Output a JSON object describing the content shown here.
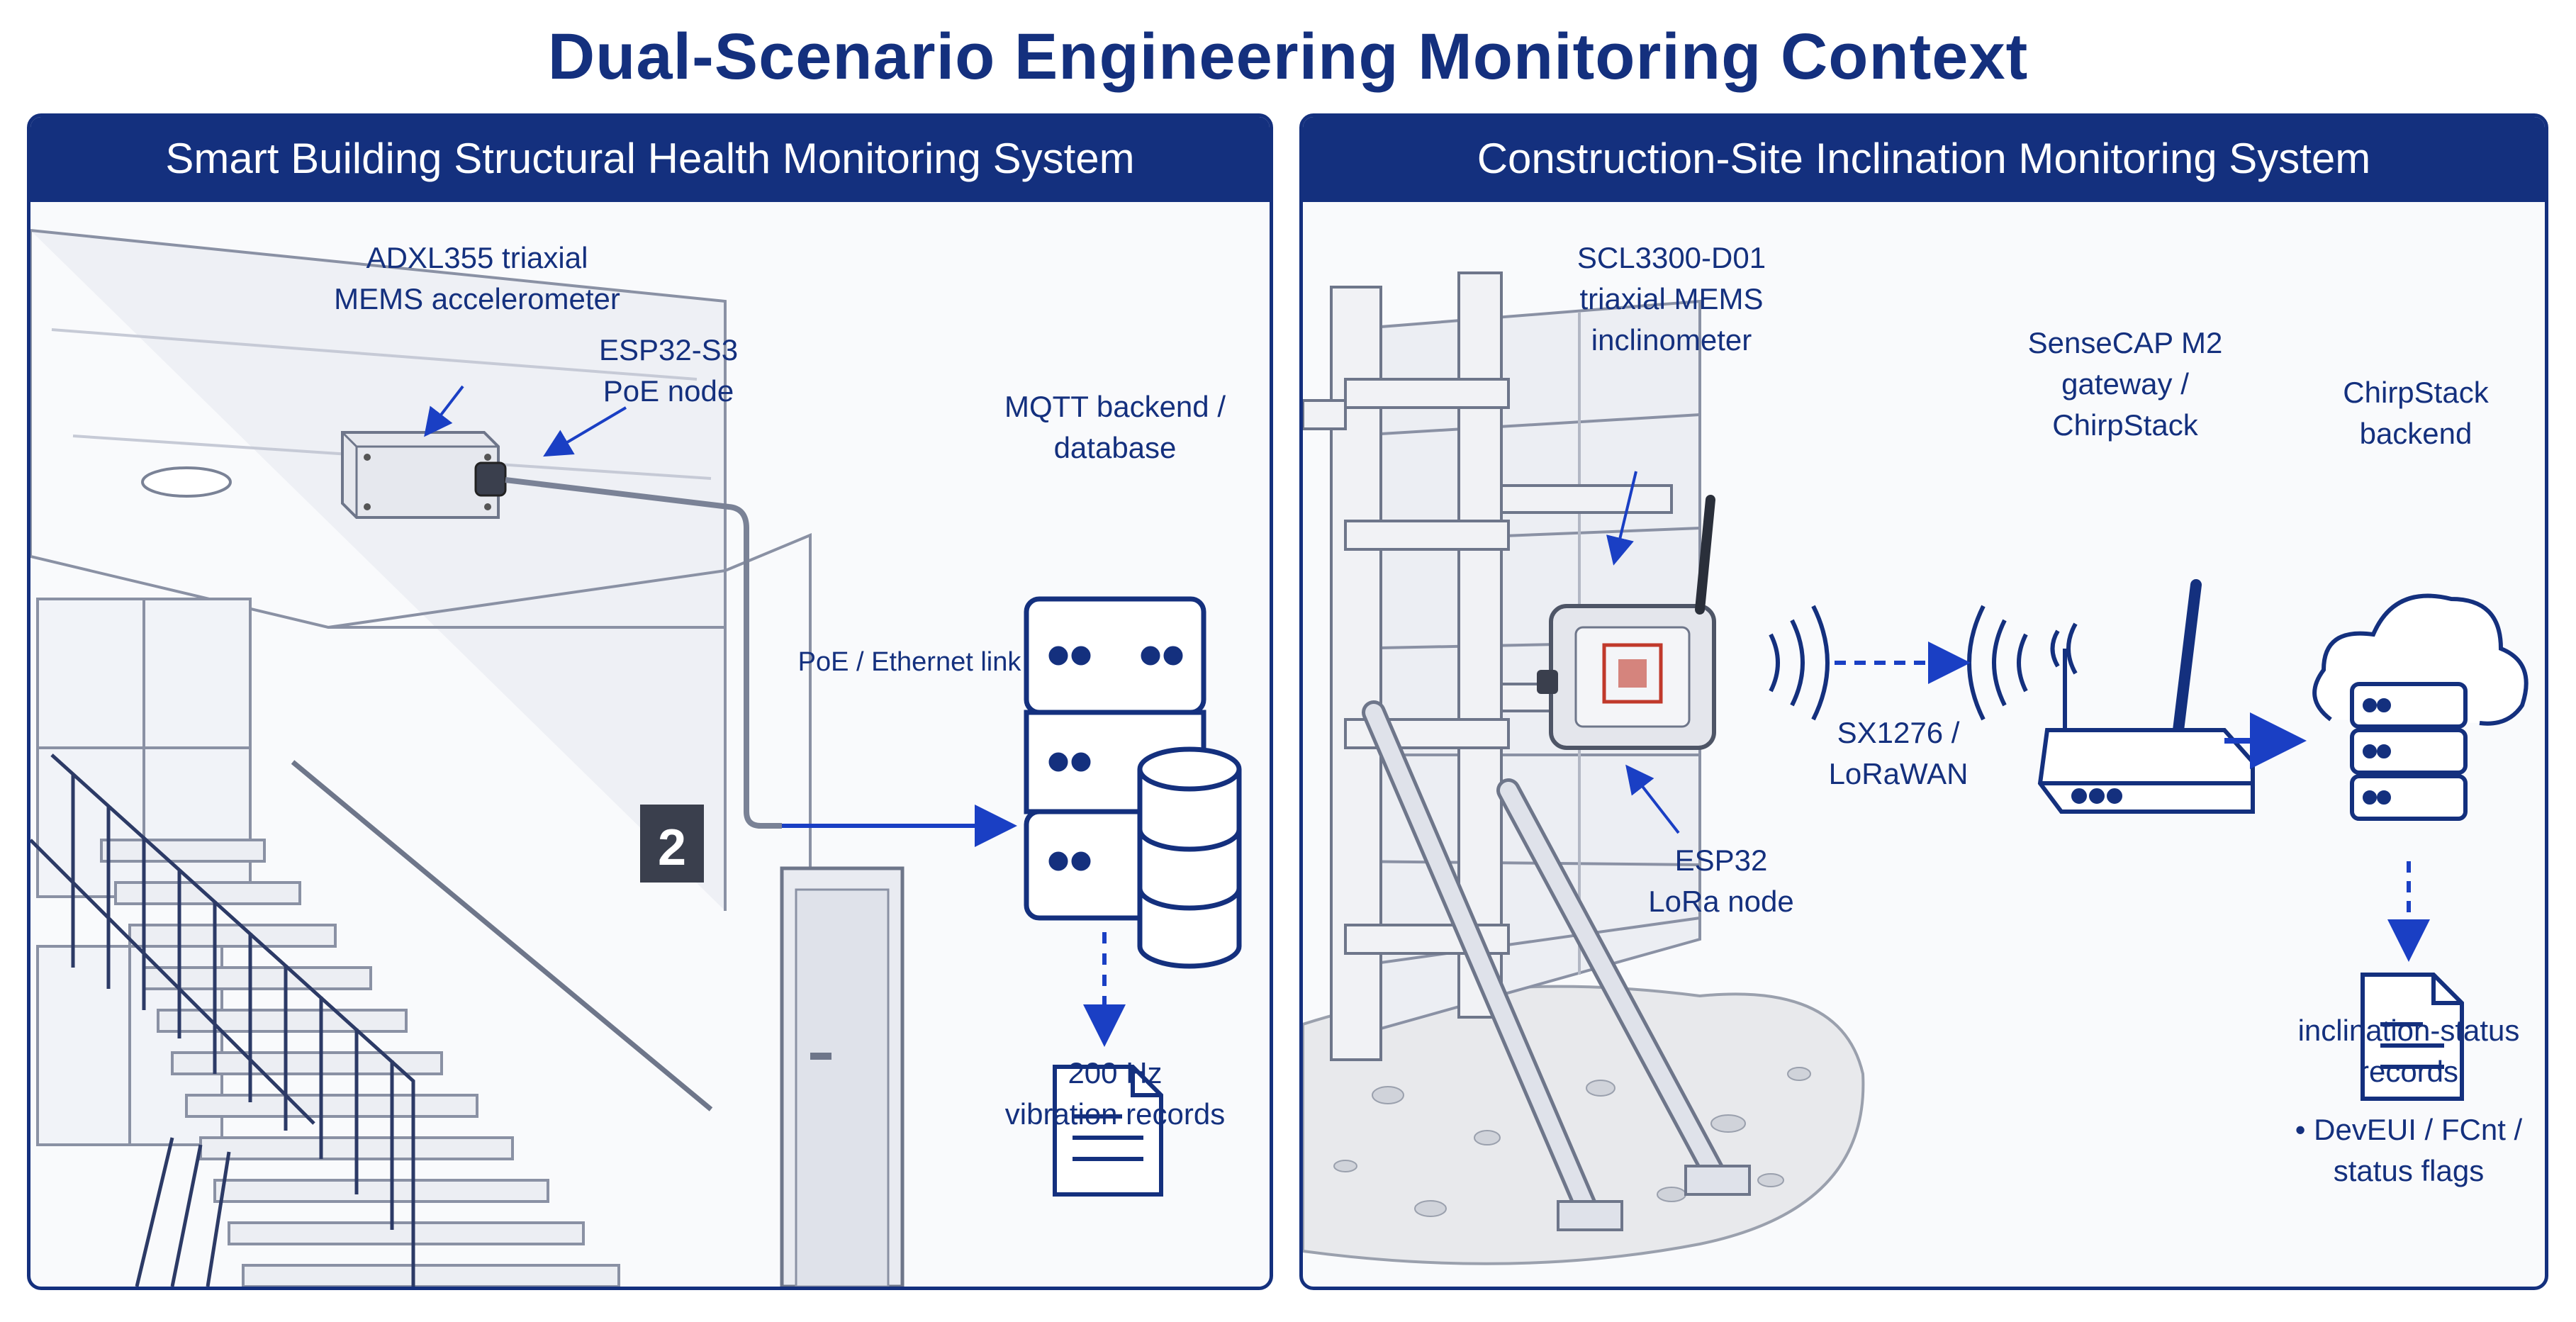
{
  "title": "Dual-Scenario Engineering Monitoring Context",
  "left_panel": {
    "header": "Smart Building Structural Health Monitoring System",
    "floor_sign": "2",
    "sensor_label": [
      "ADXL355 triaxial",
      "MEMS accelerometer"
    ],
    "node_label": [
      "ESP32-S3",
      "PoE node"
    ],
    "backend_label": [
      "MQTT backend /",
      "database"
    ],
    "link_label": "PoE / Ethernet link",
    "records_label": [
      "200 Hz",
      "vibration records"
    ]
  },
  "right_panel": {
    "header": "Construction-Site Inclination Monitoring System",
    "sensor_label": [
      "SCL3300-D01",
      "triaxial MEMS",
      "inclinometer"
    ],
    "node_label": [
      "ESP32",
      "LoRa node"
    ],
    "radio_label": [
      "SX1276 /",
      "LoRaWAN"
    ],
    "gateway_label": [
      "SenseCAP M2",
      "gateway /",
      "ChirpStack"
    ],
    "backend_label": [
      "ChirpStack",
      "backend"
    ],
    "records_label": [
      "inclination-status",
      "records"
    ],
    "fields_label": [
      "• DevEUI / FCnt /",
      "status flags"
    ]
  },
  "colors": {
    "accent": "#14307e",
    "line": "#1a3fc4",
    "sketch": "#7a8296"
  }
}
